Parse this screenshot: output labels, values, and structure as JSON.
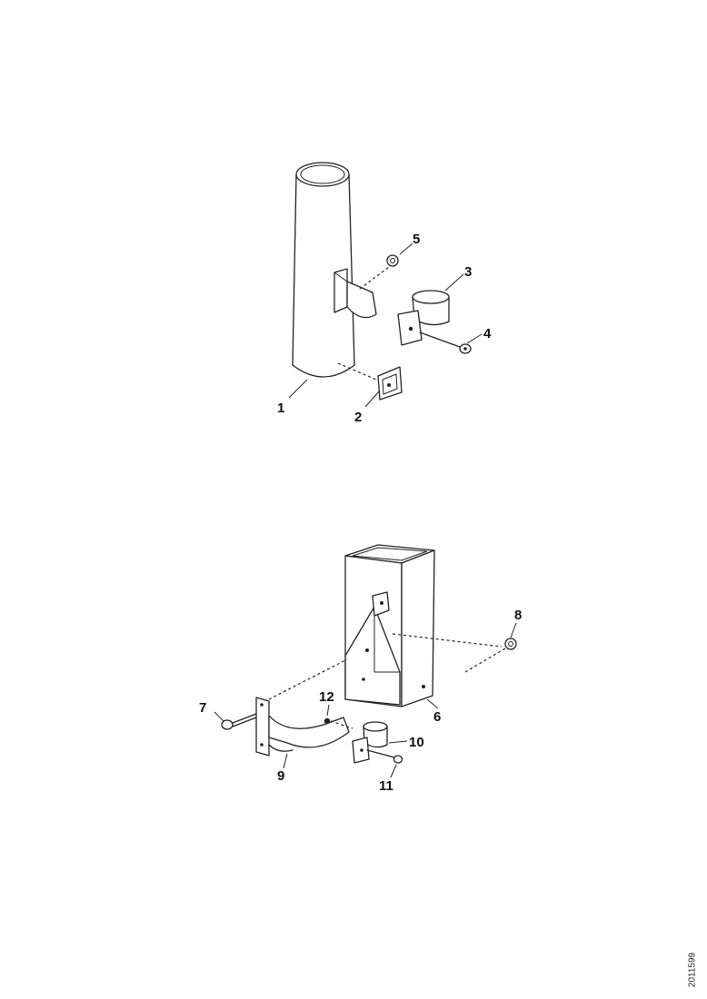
{
  "upper_assembly": {
    "callouts": [
      "1",
      "2",
      "3",
      "4",
      "5"
    ]
  },
  "lower_assembly": {
    "callouts": [
      "6",
      "7",
      "8",
      "9",
      "10",
      "11",
      "12"
    ]
  },
  "drawing_id": "2011599"
}
